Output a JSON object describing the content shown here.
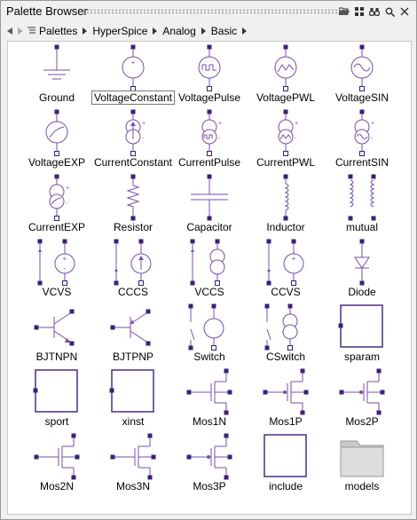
{
  "window": {
    "title": "Palette Browser"
  },
  "breadcrumbs": [
    {
      "label": "Palettes"
    },
    {
      "label": "HyperSpice"
    },
    {
      "label": "Analog"
    },
    {
      "label": "Basic"
    }
  ],
  "toolbar_icons": [
    "folder-open-icon",
    "grid-view-icon",
    "binoculars-icon",
    "search-icon",
    "close-icon"
  ],
  "colors": {
    "symbol": "#7a4fa8",
    "pin": "#3d1f78",
    "folder": "#c8c8c8"
  },
  "items": [
    {
      "label": "Ground",
      "icon": "ground-icon"
    },
    {
      "label": "VoltageConstant",
      "icon": "voltage-constant-icon",
      "selected": true
    },
    {
      "label": "VoltagePulse",
      "icon": "voltage-pulse-icon"
    },
    {
      "label": "VoltagePWL",
      "icon": "voltage-pwl-icon"
    },
    {
      "label": "VoltageSIN",
      "icon": "voltage-sin-icon"
    },
    {
      "label": "VoltageEXP",
      "icon": "voltage-exp-icon"
    },
    {
      "label": "CurrentConstant",
      "icon": "current-constant-icon"
    },
    {
      "label": "CurrentPulse",
      "icon": "current-pulse-icon"
    },
    {
      "label": "CurrentPWL",
      "icon": "current-pwl-icon"
    },
    {
      "label": "CurrentSIN",
      "icon": "current-sin-icon"
    },
    {
      "label": "CurrentEXP",
      "icon": "current-exp-icon"
    },
    {
      "label": "Resistor",
      "icon": "resistor-icon"
    },
    {
      "label": "Capacitor",
      "icon": "capacitor-icon"
    },
    {
      "label": "Inductor",
      "icon": "inductor-icon"
    },
    {
      "label": "mutual",
      "icon": "mutual-inductor-icon"
    },
    {
      "label": "VCVS",
      "icon": "vcvs-icon"
    },
    {
      "label": "CCCS",
      "icon": "cccs-icon"
    },
    {
      "label": "VCCS",
      "icon": "vccs-icon"
    },
    {
      "label": "CCVS",
      "icon": "ccvs-icon"
    },
    {
      "label": "Diode",
      "icon": "diode-icon"
    },
    {
      "label": "BJTNPN",
      "icon": "bjt-npn-icon"
    },
    {
      "label": "BJTPNP",
      "icon": "bjt-pnp-icon"
    },
    {
      "label": "Switch",
      "icon": "switch-icon"
    },
    {
      "label": "CSwitch",
      "icon": "cswitch-icon"
    },
    {
      "label": "sparam",
      "icon": "sparam-box-icon"
    },
    {
      "label": "sport",
      "icon": "sport-box-icon"
    },
    {
      "label": "xinst",
      "icon": "xinst-box-icon"
    },
    {
      "label": "Mos1N",
      "icon": "mos1n-icon"
    },
    {
      "label": "Mos1P",
      "icon": "mos1p-icon"
    },
    {
      "label": "Mos2P",
      "icon": "mos2p-icon"
    },
    {
      "label": "Mos2N",
      "icon": "mos2n-icon"
    },
    {
      "label": "Mos3N",
      "icon": "mos3n-icon"
    },
    {
      "label": "Mos3P",
      "icon": "mos3p-icon"
    },
    {
      "label": "include",
      "icon": "include-box-icon"
    },
    {
      "label": "models",
      "icon": "folder-icon"
    }
  ]
}
